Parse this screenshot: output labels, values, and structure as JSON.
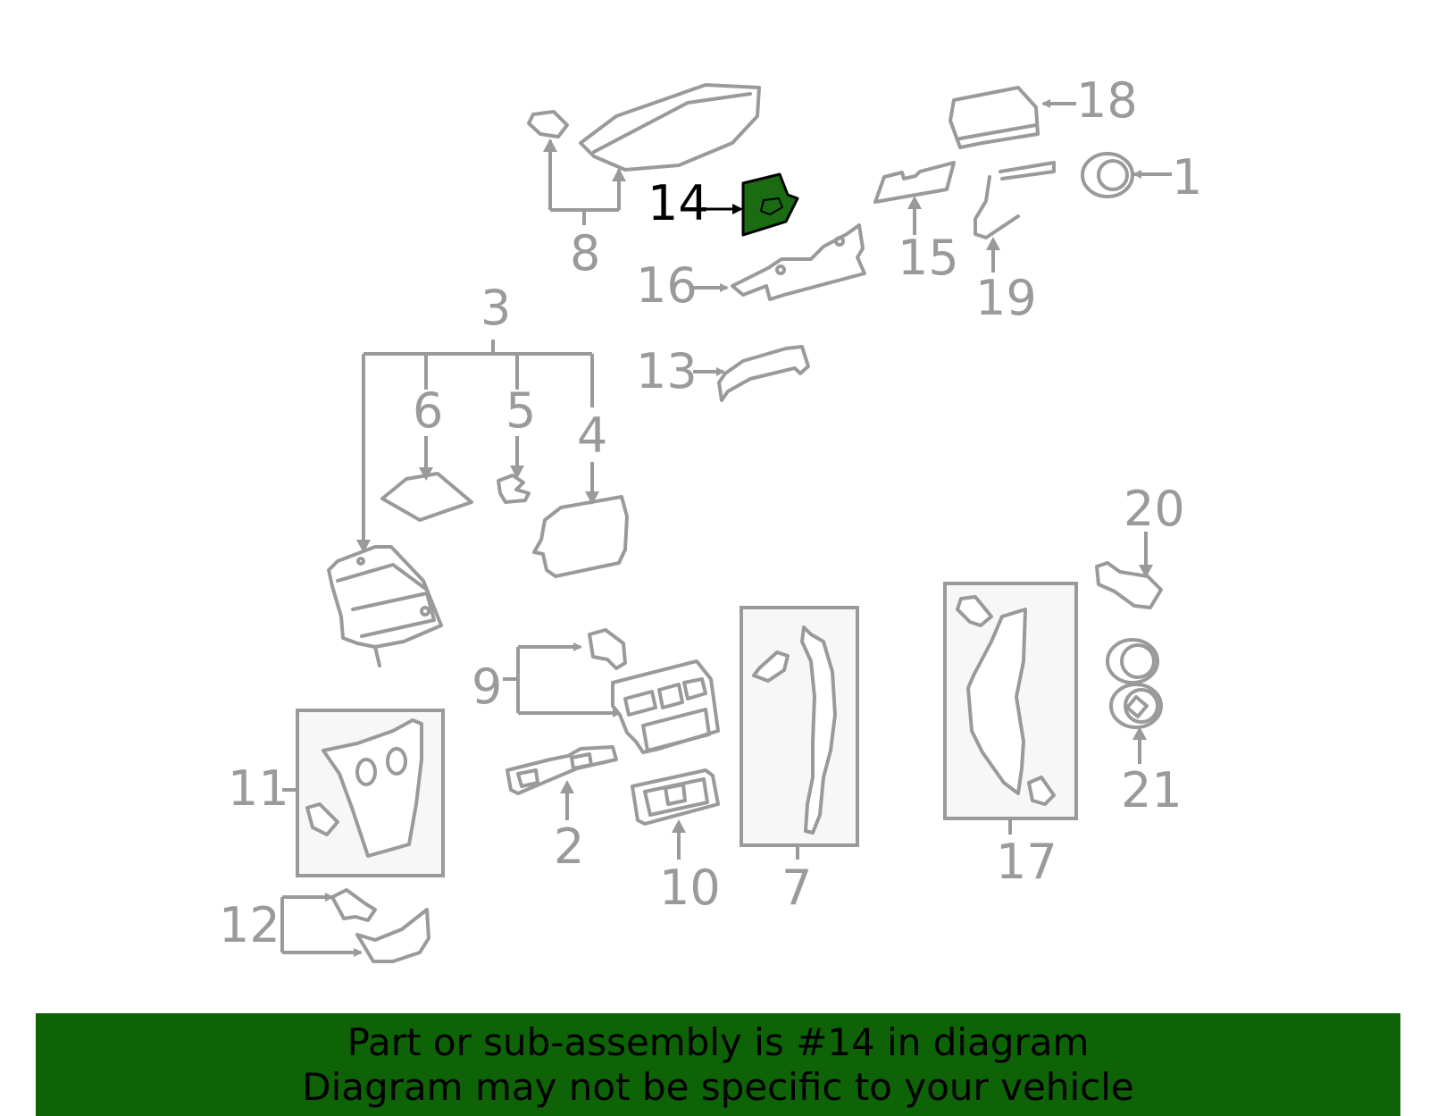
{
  "diagram": {
    "highlight_color": "#1b6b12",
    "line_color": "#9a9a9a",
    "callouts": [
      "1",
      "2",
      "3",
      "4",
      "5",
      "6",
      "7",
      "8",
      "9",
      "10",
      "11",
      "12",
      "13",
      "14",
      "15",
      "16",
      "17",
      "18",
      "19",
      "20",
      "21"
    ],
    "highlighted_callout": "14"
  },
  "banner": {
    "line1": "Part or sub-assembly is #14 in diagram",
    "line2": "Diagram may not be specific to your vehicle",
    "background": "#0e6306"
  }
}
